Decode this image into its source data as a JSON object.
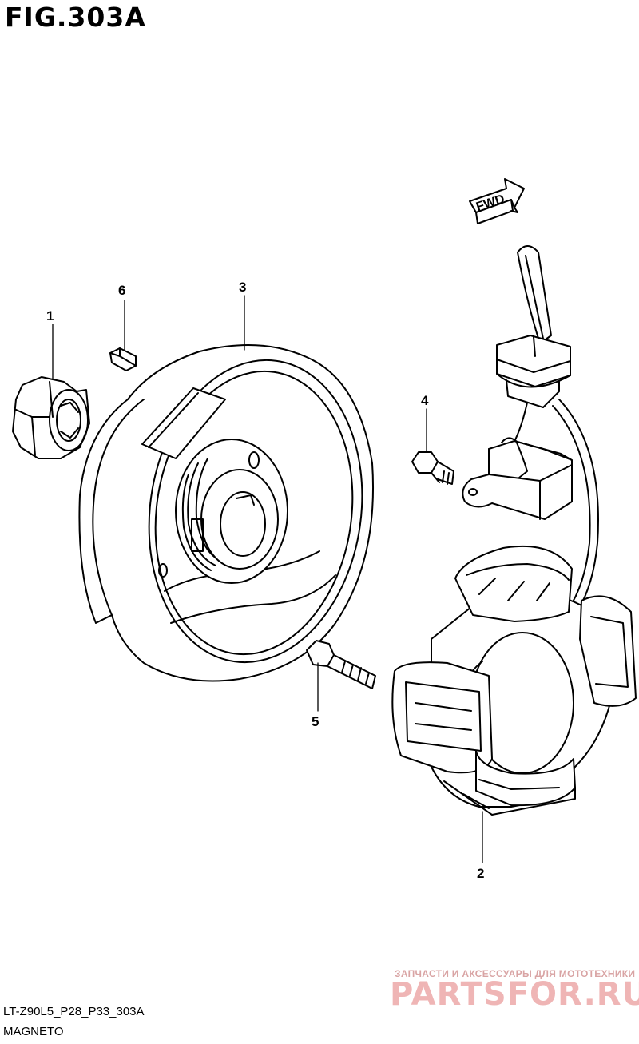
{
  "figure": {
    "title": "FIG.303A"
  },
  "fwd_label": "FWD",
  "callouts": [
    "1",
    "2",
    "3",
    "4",
    "5",
    "6"
  ],
  "footer": {
    "model_code": "LT-Z90L5_P28_P33_303A",
    "section_name": "MAGNETO"
  },
  "watermark": {
    "tagline": "ЗАПЧАСТИ И АКСЕССУАРЫ ДЛЯ МОТОТЕХНИКИ",
    "brand": "PARTSFOR.RU"
  },
  "colors": {
    "line": "#000000",
    "watermark": "#efb5b5",
    "background": "#ffffff"
  }
}
